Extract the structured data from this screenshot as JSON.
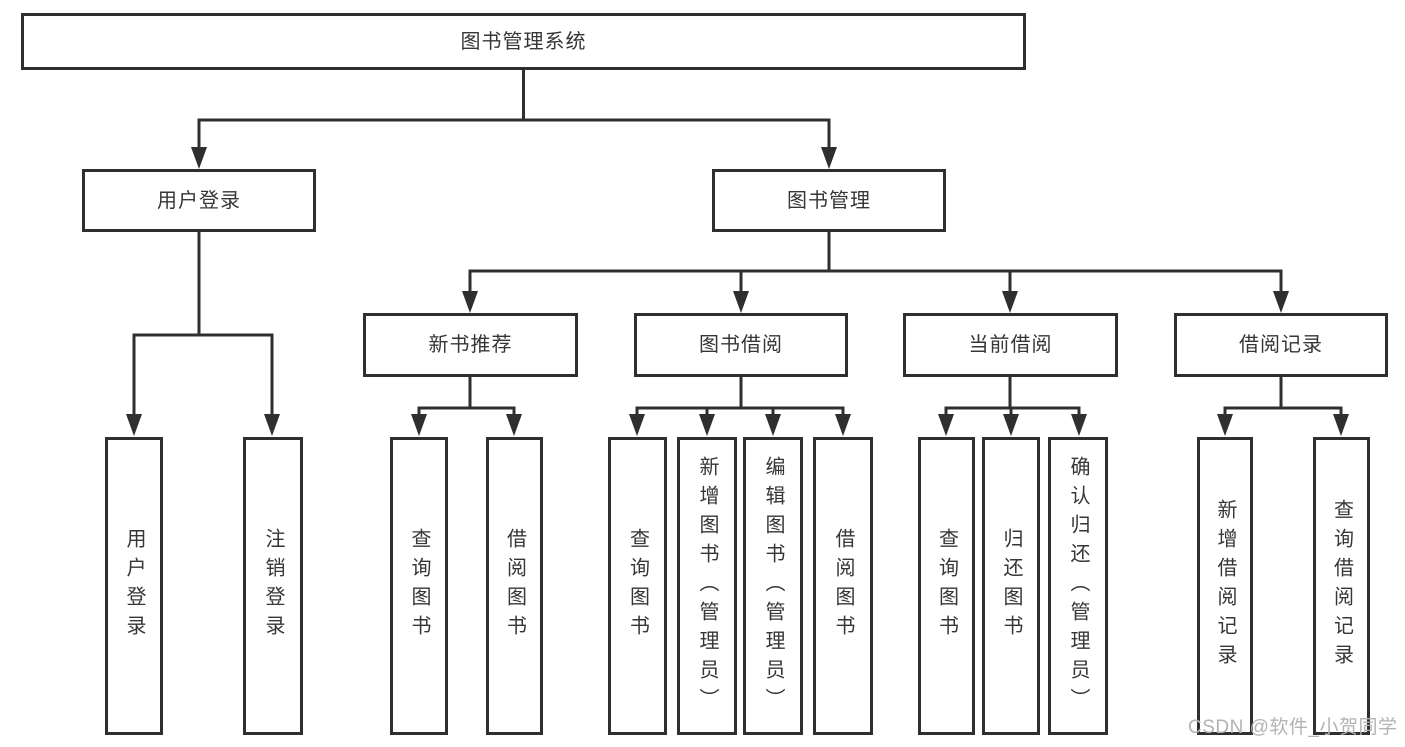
{
  "diagram": {
    "title": "图书管理系统",
    "root": {
      "label": "图书管理系统",
      "children": [
        {
          "label": "用户登录",
          "children": [
            {
              "label": "用户登录"
            },
            {
              "label": "注销登录"
            }
          ]
        },
        {
          "label": "图书管理",
          "children": [
            {
              "label": "新书推荐",
              "children": [
                {
                  "label": "查询图书"
                },
                {
                  "label": "借阅图书"
                }
              ]
            },
            {
              "label": "图书借阅",
              "children": [
                {
                  "label": "查询图书"
                },
                {
                  "label": "新增图书（管理员）"
                },
                {
                  "label": "编辑图书（管理员）"
                },
                {
                  "label": "借阅图书"
                }
              ]
            },
            {
              "label": "当前借阅",
              "children": [
                {
                  "label": "查询图书"
                },
                {
                  "label": "归还图书"
                },
                {
                  "label": "确认归还（管理员）"
                }
              ]
            },
            {
              "label": "借阅记录",
              "children": [
                {
                  "label": "新增借阅记录"
                },
                {
                  "label": "查询借阅记录"
                }
              ]
            }
          ]
        }
      ]
    },
    "watermark": "CSDN @软件_小贺同学",
    "colors": {
      "line": "#2f2f2f",
      "text": "#363636",
      "watermark": "#b3b3b3",
      "background": "#ffffff"
    }
  }
}
